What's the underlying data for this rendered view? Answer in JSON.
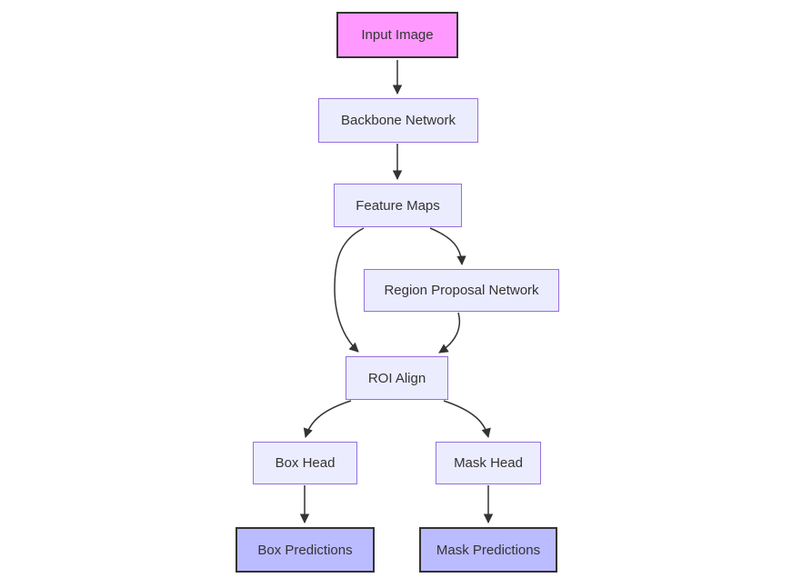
{
  "diagram": {
    "type": "flowchart",
    "nodes": {
      "input_image": {
        "label": "Input Image"
      },
      "backbone_network": {
        "label": "Backbone Network"
      },
      "feature_maps": {
        "label": "Feature Maps"
      },
      "region_proposal_network": {
        "label": "Region Proposal Network"
      },
      "roi_align": {
        "label": "ROI Align"
      },
      "box_head": {
        "label": "Box Head"
      },
      "mask_head": {
        "label": "Mask Head"
      },
      "box_predictions": {
        "label": "Box Predictions"
      },
      "mask_predictions": {
        "label": "Mask Predictions"
      }
    },
    "edges": [
      {
        "from": "input_image",
        "to": "backbone_network"
      },
      {
        "from": "backbone_network",
        "to": "feature_maps"
      },
      {
        "from": "feature_maps",
        "to": "region_proposal_network"
      },
      {
        "from": "feature_maps",
        "to": "roi_align"
      },
      {
        "from": "region_proposal_network",
        "to": "roi_align"
      },
      {
        "from": "roi_align",
        "to": "box_head"
      },
      {
        "from": "roi_align",
        "to": "mask_head"
      },
      {
        "from": "box_head",
        "to": "box_predictions"
      },
      {
        "from": "mask_head",
        "to": "mask_predictions"
      }
    ],
    "colors": {
      "node_fill": "#ECECFF",
      "node_border": "#9370DB",
      "input_fill": "#ff99ff",
      "prediction_fill": "#bbbbff",
      "emphasis_border": "#333333",
      "edge": "#333333",
      "text": "#333333",
      "background": "#ffffff"
    }
  }
}
